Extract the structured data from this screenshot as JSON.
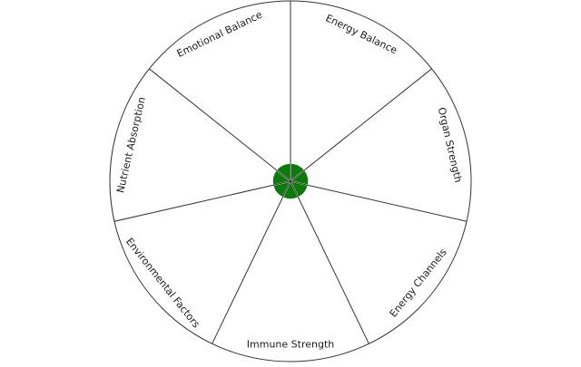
{
  "wheel": {
    "segments": [
      {
        "label": "Energy Balance"
      },
      {
        "label": "Organ Strength"
      },
      {
        "label": "Energy Channels"
      },
      {
        "label": "Immune Strength"
      },
      {
        "label": "Environmental Factors"
      },
      {
        "label": "Nutrient Absorption"
      },
      {
        "label": "Emotional Balance"
      }
    ],
    "scores": [
      1,
      1,
      1,
      1,
      1,
      1,
      1
    ],
    "max_score": 10,
    "fill_color": "#0a7a0a",
    "line_color": "#333333"
  }
}
